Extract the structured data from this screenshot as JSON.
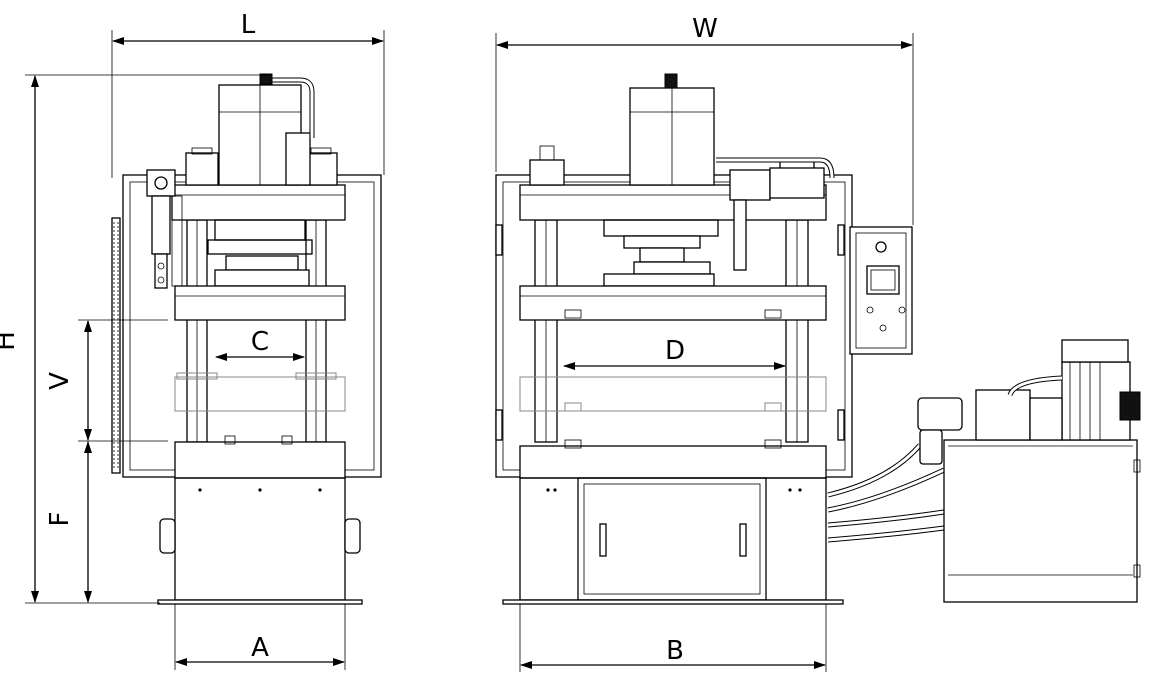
{
  "dimensions": {
    "L": "L",
    "W": "W",
    "H": "H",
    "V": "V",
    "F": "F",
    "C": "C",
    "D": "D",
    "A": "A",
    "B": "B"
  }
}
